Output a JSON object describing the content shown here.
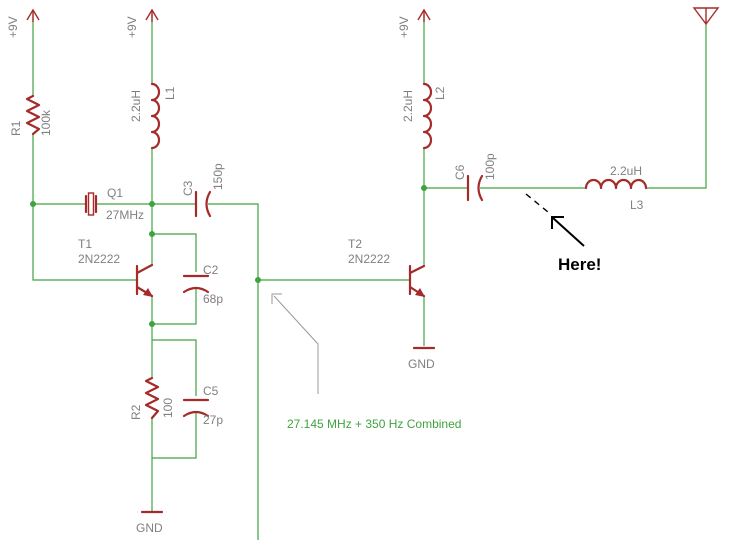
{
  "supply_labels": {
    "left": "+9V",
    "mid": "+9V",
    "right": "+9V"
  },
  "ground_labels": {
    "left": "GND",
    "right": "GND"
  },
  "components": {
    "R1": {
      "ref": "R1",
      "value": "100k"
    },
    "L1": {
      "ref": "L1",
      "value": "2.2uH"
    },
    "Q1": {
      "ref": "Q1",
      "value": "27MHz"
    },
    "C3": {
      "ref": "C3",
      "value": "150p"
    },
    "T1": {
      "ref": "T1",
      "value": "2N2222"
    },
    "C2": {
      "ref": "C2",
      "value": "68p"
    },
    "R2": {
      "ref": "R2",
      "value": "100"
    },
    "C5": {
      "ref": "C5",
      "value": "27p"
    },
    "L2": {
      "ref": "L2",
      "value": "2.2uH"
    },
    "C6": {
      "ref": "C6",
      "value": "100p"
    },
    "T2": {
      "ref": "T2",
      "value": "2N2222"
    },
    "L3": {
      "ref": "L3",
      "value": "2.2uH"
    }
  },
  "annotations": {
    "combined": "27.145 MHz + 350 Hz Combined",
    "here": "Here!"
  }
}
